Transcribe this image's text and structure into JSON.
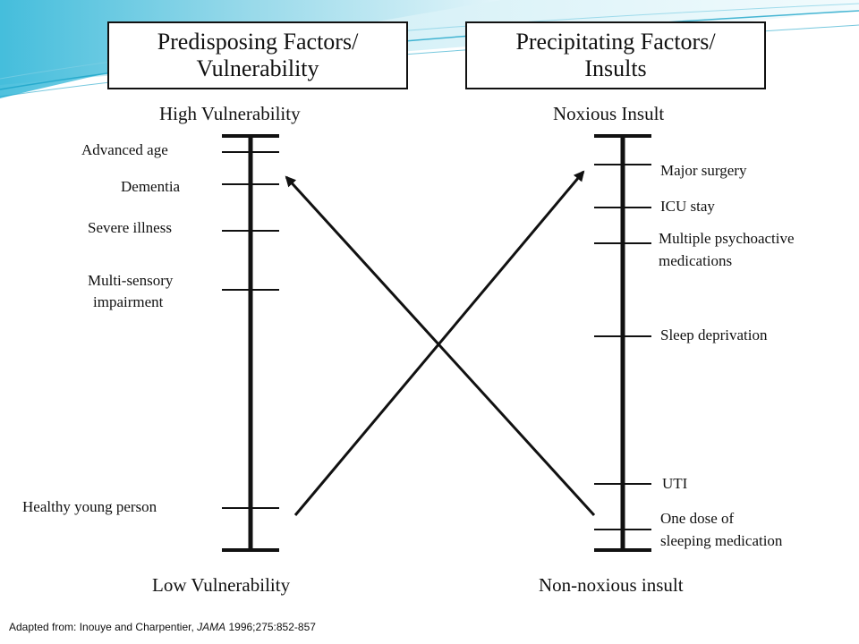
{
  "headers": {
    "left": {
      "line1": "Predisposing Factors/",
      "line2": "Vulnerability"
    },
    "right": {
      "line1": "Precipitating Factors/",
      "line2": "Insults"
    }
  },
  "left_scale": {
    "top_label": "High Vulnerability",
    "bottom_label": "Low Vulnerability",
    "factors": [
      {
        "line1": "Advanced age"
      },
      {
        "line1": "Dementia"
      },
      {
        "line1": "Severe illness"
      },
      {
        "line1": "Multi-sensory",
        "line2": "impairment"
      },
      {
        "line1": "Healthy young person"
      }
    ]
  },
  "right_scale": {
    "top_label": "Noxious Insult",
    "bottom_label": "Non-noxious insult",
    "factors": [
      {
        "line1": "Major surgery"
      },
      {
        "line1": "ICU stay"
      },
      {
        "line1": "Multiple psychoactive",
        "line2": "medications"
      },
      {
        "line1": "Sleep deprivation"
      },
      {
        "line1": "UTI"
      },
      {
        "line1": "One dose of",
        "line2": "sleeping medication"
      }
    ]
  },
  "footnote": {
    "prefix": "Adapted from: Inouye and Charpentier, ",
    "journal": "JAMA",
    "suffix": " 1996;275:852-857"
  },
  "colors": {
    "ink": "#111111",
    "swoosh_dark": "#1aa4c8",
    "swoosh_light": "#bfe8f2"
  }
}
